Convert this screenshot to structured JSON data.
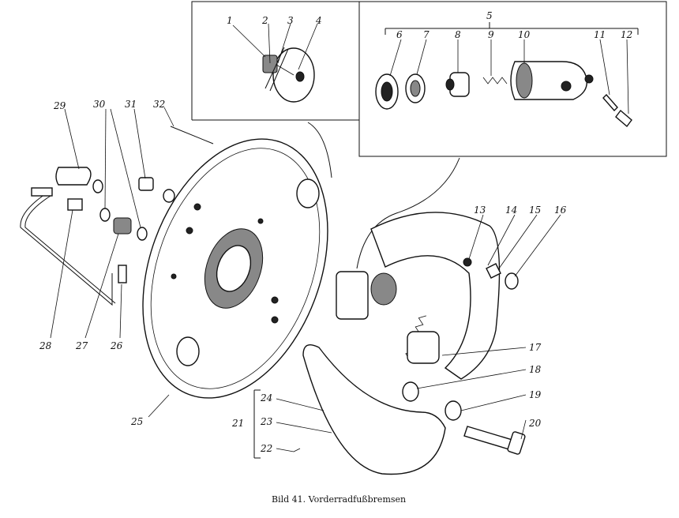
{
  "caption": "Bild 41. Vorderradfußbremsen",
  "labels": {
    "l1": "1",
    "l2": "2",
    "l3": "3",
    "l4": "4",
    "l5": "5",
    "l6": "6",
    "l7": "7",
    "l8": "8",
    "l9": "9",
    "l10": "10",
    "l11": "11",
    "l12": "12",
    "l13": "13",
    "l14": "14",
    "l15": "15",
    "l16": "16",
    "l17": "17",
    "l18": "18",
    "l19": "19",
    "l20": "20",
    "l21": "21",
    "l22": "22",
    "l23": "23",
    "l24": "24",
    "l25": "25",
    "l26": "26",
    "l27": "27",
    "l28": "28",
    "l29": "29",
    "l30": "30",
    "l31": "31",
    "l32": "32"
  }
}
